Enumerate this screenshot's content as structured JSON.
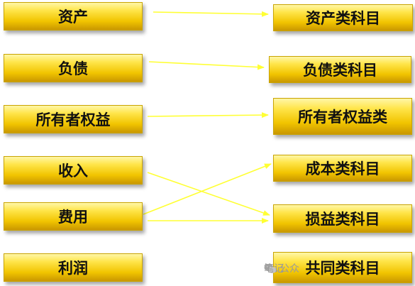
{
  "left_boxes": [
    "资产",
    "负债",
    "所有者权益",
    "收入",
    "费用",
    "利润"
  ],
  "right_boxes": [
    "资产类科目",
    "负债类科目",
    "所有者权益类",
    "成本类科目",
    "损益类科目",
    "共同类科目"
  ],
  "watermark": {
    "prefix": "公众",
    "suffix": "笔记"
  },
  "colors": {
    "box_fill": "#f1c400",
    "arrow": "#ffff33"
  }
}
